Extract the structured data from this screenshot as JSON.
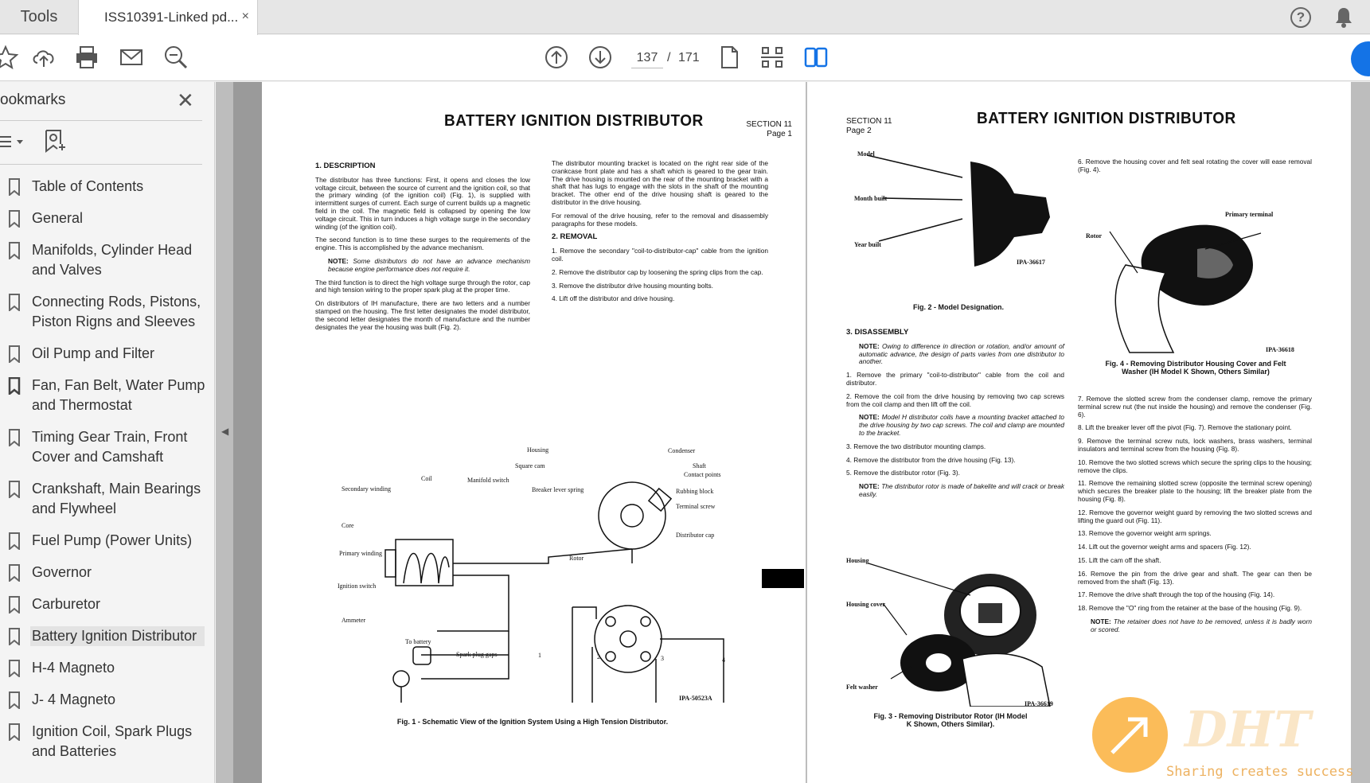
{
  "tabs": {
    "tools": "Tools",
    "document": "ISS10391-Linked pd...",
    "close": "×"
  },
  "toolbar": {
    "page_current": "137",
    "page_separator": "/",
    "page_total": "171",
    "icons": [
      "star-icon",
      "upload-icon",
      "print-icon",
      "mail-icon",
      "zoom-icon",
      "prev-page-icon",
      "next-page-icon",
      "single-page-icon",
      "fit-page-icon",
      "two-page-icon"
    ]
  },
  "sidebar": {
    "title": "ookmarks",
    "close": "✕",
    "items": [
      {
        "label": "Table of Contents"
      },
      {
        "label": "General"
      },
      {
        "label": "Manifolds, Cylinder Head and Valves"
      },
      {
        "label": "Connecting Rods, Pistons, Piston Rigns and Sleeves"
      },
      {
        "label": "Oil Pump and Filter"
      },
      {
        "label": "Fan, Fan Belt, Water Pump and Thermostat"
      },
      {
        "label": "Timing Gear Train, Front Cover and Camshaft"
      },
      {
        "label": "Crankshaft, Main Bearings and Flywheel"
      },
      {
        "label": "Fuel Pump (Power Units)"
      },
      {
        "label": "Governor"
      },
      {
        "label": "Carburetor"
      },
      {
        "label": "Battery Ignition Distributor"
      },
      {
        "label": "H-4 Magneto"
      },
      {
        "label": "J- 4 Magneto"
      },
      {
        "label": "Ignition Coil, Spark Plugs and Batteries"
      }
    ]
  },
  "left_page": {
    "title": "BATTERY IGNITION DISTRIBUTOR",
    "section": "SECTION 11",
    "page": "Page 1",
    "h_description": "1. DESCRIPTION",
    "p1": "The distributor has three functions: First, it opens and closes the low voltage circuit, between the source of current and the ignition coil, so that the primary winding (of the ignition coil) (Fig. 1), is supplied with intermittent surges of current. Each surge of current builds up a magnetic field in the coil. The magnetic field is collapsed by opening the low voltage circuit. This in turn induces a high voltage surge in the secondary winding (of the ignition coil).",
    "p2": "The second function is to time these surges to the requirements of the engine. This is accomplished by the advance mechanism.",
    "note1_label": "NOTE:",
    "note1": "Some distributors do not have an advance mechanism because engine performance does not require it.",
    "p3": "The third function is to direct the high voltage surge through the rotor, cap and high tension wiring to the proper spark plug at the proper time.",
    "p4": "On distributors of IH manufacture, there are two letters and a number stamped on the housing. The first letter designates the model distributor, the second letter designates the month of manufacture and the number designates the year the housing was built (Fig. 2).",
    "p5": "The distributor mounting bracket is located on the right rear side of the crankcase front plate and has a shaft which is geared to the gear train. The drive housing is mounted on the rear of the mounting bracket with a shaft that has lugs to engage with the slots in the shaft of the mounting bracket. The other end of the drive housing shaft is geared to the distributor in the drive housing.",
    "p6": "For removal of the drive housing, refer to the removal and disassembly paragraphs for these models.",
    "h_removal": "2. REMOVAL",
    "r1": "1. Remove the secondary \"coil-to-distributor-cap\" cable from the ignition coil.",
    "r2": "2. Remove the distributor cap by loosening the spring clips from the cap.",
    "r3": "3. Remove the distributor drive housing mounting bolts.",
    "r4": "4. Lift off the distributor and drive housing.",
    "fig1_caption": "Fig. 1 - Schematic View of the Ignition System Using a High Tension Distributor.",
    "fig1_code": "IPA-50523A",
    "schematic_labels": {
      "housing": "Housing",
      "condenser": "Condenser",
      "square_cam": "Square cam",
      "shaft": "Shaft",
      "contact_points": "Contact points",
      "coil": "Coil",
      "manifold_switch": "Manifold switch",
      "secondary_winding": "Secondary winding",
      "breaker_lever_spring": "Breaker lever spring",
      "rubbing_block": "Rubbing block",
      "terminal_screw": "Terminal screw",
      "core": "Core",
      "distributor_cap": "Distributor cap",
      "rotor": "Rotor",
      "primary_winding": "Primary winding",
      "ignition_switch": "Ignition switch",
      "ammeter": "Ammeter",
      "to_battery": "To battery",
      "spark_plug_gaps": "Spark plug gaps",
      "n1": "1",
      "n2": "2",
      "n3": "3",
      "n4": "4"
    }
  },
  "right_page": {
    "title": "BATTERY IGNITION DISTRIBUTOR",
    "section": "SECTION 11",
    "page": "Page 2",
    "fig2_labels": {
      "model": "Model",
      "month": "Month built",
      "year": "Year built",
      "code": "IPA-36617"
    },
    "fig2_caption": "Fig. 2 - Model Designation.",
    "h_disassembly": "3. DISASSEMBLY",
    "note2_label": "NOTE:",
    "note2": "Owing to difference in direction or rotation, and/or amount of automatic advance, the design of parts varies from one distributor to another.",
    "d1": "1. Remove the primary \"coil-to-distributor\" cable from the coil and distributor.",
    "d2": "2. Remove the coil from the drive housing by removing two cap screws from the coil clamp and then lift off the coil.",
    "note3_label": "NOTE:",
    "note3": "Model H distributor coils have a mounting bracket attached to the drive housing by two cap screws. The coil and clamp are mounted to the bracket.",
    "d3": "3. Remove the two distributor mounting clamps.",
    "d4": "4. Remove the distributor from the drive housing (Fig. 13).",
    "d5": "5. Remove the distributor rotor (Fig. 3).",
    "note4_label": "NOTE:",
    "note4": "The distributor rotor is made of bakelite and will crack or break easily.",
    "fig3_labels": {
      "housing": "Housing",
      "cover": "Housing cover",
      "felt": "Felt washer",
      "code": "IPA-36619"
    },
    "fig3_caption": "Fig. 3 - Removing Distributor Rotor (IH Model K Shown, Others Similar).",
    "d6": "6. Remove the housing cover and felt seal rotating the cover will ease removal (Fig. 4).",
    "fig4_labels": {
      "primary": "Primary terminal",
      "rotor": "Rotor",
      "code": "IPA-36618"
    },
    "fig4_caption": "Fig. 4 - Removing Distributor Housing Cover and Felt Washer (IH Model K Shown, Others Similar)",
    "d7": "7. Remove the slotted screw from the condenser clamp, remove the primary terminal screw nut (the nut inside the housing) and remove the condenser (Fig. 6).",
    "d8": "8. Lift the breaker lever off the pivot (Fig. 7). Remove the stationary point.",
    "d9": "9. Remove the terminal screw nuts, lock washers, brass washers, terminal insulators and terminal screw from the housing (Fig. 8).",
    "d10": "10. Remove the two slotted screws which secure the spring clips to the housing; remove the clips.",
    "d11": "11. Remove the remaining slotted screw (opposite the terminal screw opening) which secures the breaker plate to the housing; lift the breaker plate from the housing (Fig. 8).",
    "d12": "12. Remove the governor weight guard by removing the two slotted screws and lifting the guard out (Fig. 11).",
    "d13": "13. Remove the governor weight arm springs.",
    "d14": "14. Lift out the governor weight arms and spacers (Fig. 12).",
    "d15": "15. Lift the cam off the shaft.",
    "d16": "16. Remove the pin from the drive gear and shaft. The gear can then be removed from the shaft (Fig. 13).",
    "d17": "17. Remove the drive shaft through the top of the housing (Fig. 14).",
    "d18": "18. Remove the \"O\" ring from the retainer at the base of the housing (Fig. 9).",
    "note5_label": "NOTE:",
    "note5": "The retainer does not have to be removed, unless it is badly worn or scored."
  },
  "watermark": {
    "logo": "DHT",
    "tagline": "Sharing creates success"
  }
}
